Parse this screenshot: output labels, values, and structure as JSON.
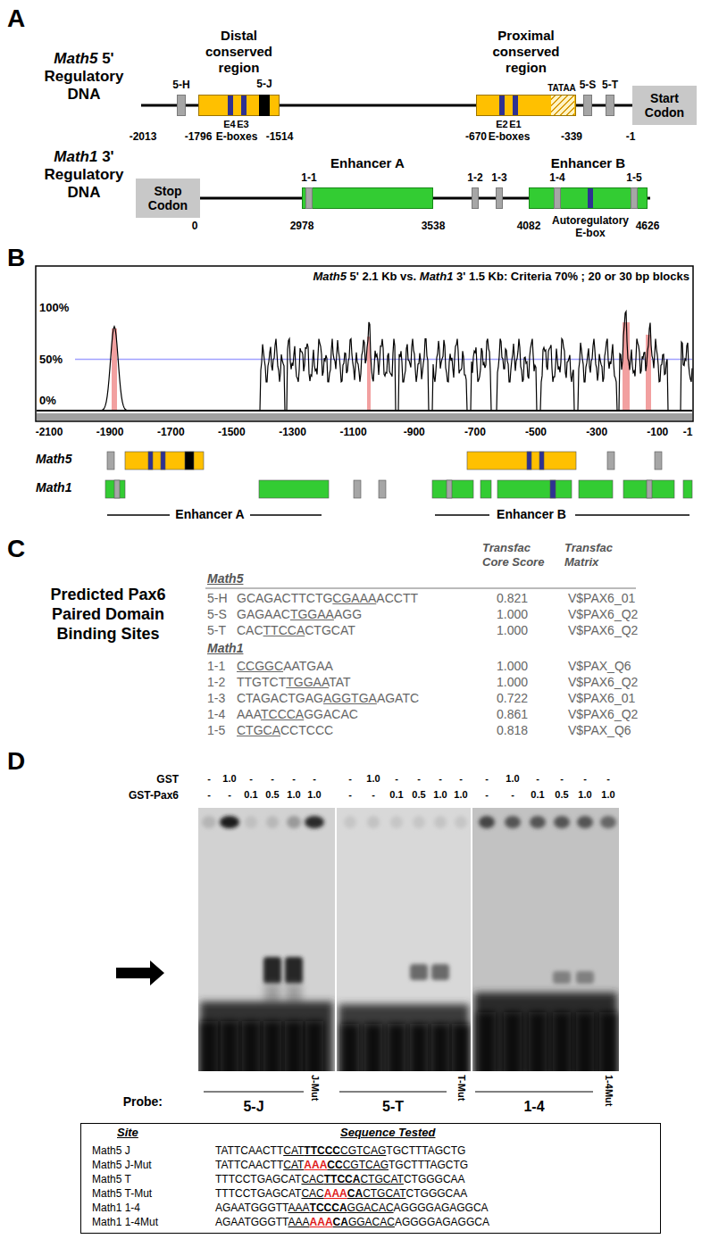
{
  "diagram": {
    "nodes": [
      {
        "text": [
          "5-H"
        ]
      },
      {
        "text": [
          "Distal conserved region"
        ]
      },
      {
        "text": [
          "5-J"
        ],
        "in": 1
      },
      {
        "text": [
          "Proximal conserved region"
        ]
      },
      {
        "text": [
          "5-S"
        ]
      },
      {
        "text": [
          "5-T"
        ]
      },
      {
        "text": [
          "Start Codon"
        ]
      },
      {
        "text": [
          "Stop Codon"
        ]
      },
      {
        "text": [
          "Enhancer A"
        ]
      },
      {
        "text": [
          "1-1"
        ],
        "in": 8
      },
      {
        "text": [
          "1-2"
        ]
      },
      {
        "text": [
          "1-3"
        ]
      },
      {
        "text": [
          "Enhancer B"
        ]
      },
      {
        "text": [
          "1-4"
        ],
        "in": 12
      },
      {
        "text": [
          "1-5"
        ],
        "in": 12
      },
      {
        "text": [
          "Site",
          "Sequence Tested",
          "Math5 J",
          "TATTCAACTTCATTTCCCCGTCAGTGCTTTAGCTG",
          "Math5 J-Mut",
          "TATTCAACTTCATAAACCCGTCAGTGCTTTAGCTG",
          "Math5 T",
          "TTTCCTGAGCATCACTTCCACTGCATCTGGGCAA",
          "Math5 T-Mut",
          "TTTCCTGAGCATCACAAACACTGCATCTGGGCAA",
          "Math1 1-4",
          "AGAATGGGTTAAATCCCAGGACACAGGGGAGAGGCA",
          "Math1 1-4Mut",
          "AGAATGGGTTAAAAAACAGGACACAGGGGAGAGGCA"
        ]
      }
    ],
    "labels": [
      "A",
      "Math5 5' Regulatory DNA",
      "TATAA",
      "E4",
      "E3",
      "E-boxes",
      "E2",
      "E1",
      "E-boxes",
      "-2013",
      "-1796",
      "-1514",
      "-670",
      "-339",
      "-1",
      "Math1 3' Regulatory DNA",
      "0",
      "2978",
      "3538",
      "4082",
      "4626",
      "Autoregulatory E-box",
      "B",
      "Math5 5' 2.1 Kb vs. Math1 3' 1.5 Kb: Criteria 70% ; 20 or 30 bp blocks",
      "100%",
      "50%",
      "0%",
      "-2100",
      "-1900",
      "-1700",
      "-1500",
      "-1300",
      "-1100",
      "-900",
      "-700",
      "-500",
      "-300",
      "-100",
      "-1",
      "Math5",
      "Math1",
      "Enhancer A",
      "Enhancer B",
      "C",
      "Predicted Pax6 Paired Domain Binding Sites",
      "Transfac Core Score",
      "Transfac Matrix",
      "Math5",
      "5-H",
      "GCAGACTTCTGCGAAAACCTT",
      "0.821",
      "V$PAX6_01",
      "5-S",
      "GAGAACTGGAAAGG",
      "1.000",
      "V$PAX6_Q2",
      "5-T",
      "CACTTCCACTGCAT",
      "1.000",
      "V$PAX6_Q2",
      "Math1",
      "1-1",
      "CCGGCAATGAA",
      "1.000",
      "V$PAX_Q6",
      "1-2",
      "TTGTCTTGGAATAT",
      "1.000",
      "V$PAX6_Q2",
      "1-3",
      "CTAGACTGAGAGGTGAAGATC",
      "0.722",
      "V$PAX6_01",
      "1-4",
      "AAATCCCAGGACAC",
      "0.861",
      "V$PAX6_Q2",
      "1-5",
      "CTGCACCTCCC",
      "0.818",
      "V$PAX_Q6",
      "D",
      "GST",
      "GST-Pax6",
      "-",
      "1.0",
      "-",
      "-",
      "-",
      "-",
      "-",
      "-",
      "0.1",
      "0.5",
      "1.0",
      "1.0",
      "-",
      "1.0",
      "-",
      "-",
      "-",
      "-",
      "-",
      "-",
      "0.1",
      "0.5",
      "1.0",
      "1.0",
      "-",
      "1.0",
      "-",
      "-",
      "-",
      "-",
      "-",
      "-",
      "0.1",
      "0.5",
      "1.0",
      "1.0",
      "Probe:",
      "5-J",
      "J-Mut",
      "5-T",
      "T-Mut",
      "1-4",
      "1-4Mut"
    ]
  }
}
